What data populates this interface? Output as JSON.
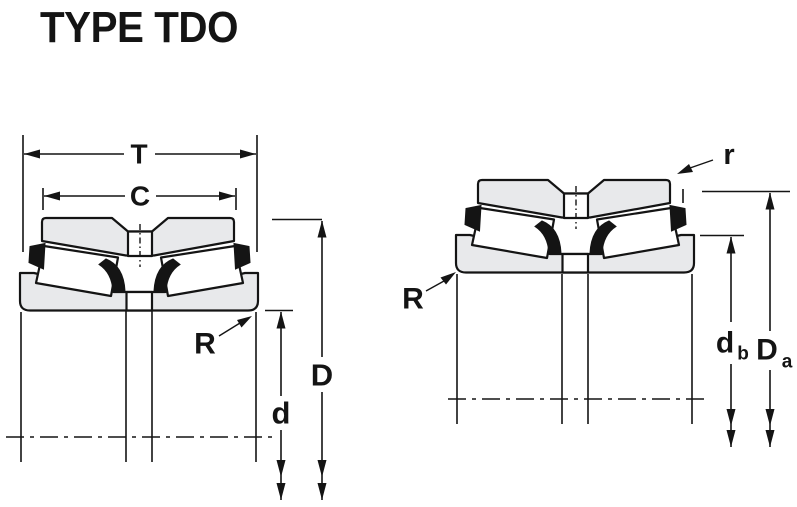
{
  "title": "TYPE TDO",
  "colors": {
    "ink": "#141414",
    "steel_fill": "#e8e9eb",
    "roller_fill": "#ffffff",
    "background": "#ffffff"
  },
  "left_view": {
    "labels": {
      "overall_width": "T",
      "cup_width": "C",
      "backface_radius": "R",
      "bore_diameter": "d",
      "outside_diameter": "D"
    }
  },
  "right_view": {
    "labels": {
      "cup_corner_radius": "r",
      "backface_radius": "R",
      "cone_backing_diameter_main": "d",
      "cone_backing_diameter_sub": "b",
      "cup_backing_diameter_main": "D",
      "cup_backing_diameter_sub": "a"
    }
  }
}
